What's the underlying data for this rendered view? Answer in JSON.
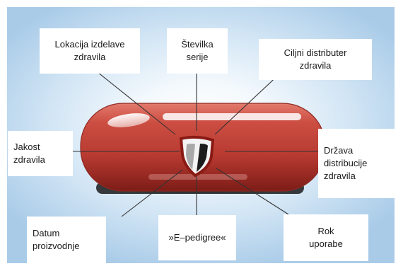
{
  "labels": {
    "lokacija": [
      "Lokacija izdelave",
      "zdravila"
    ],
    "stevilka": [
      "Številka",
      "serije"
    ],
    "ciljni": [
      "Ciljni distributer",
      "zdravila"
    ],
    "jakost": [
      "Jakost",
      "zdravila"
    ],
    "drzava": [
      "Država",
      "distribucije",
      "zdravila"
    ],
    "datum": [
      "Datum",
      "proizvodnje"
    ],
    "epedigree": [
      "»E–pedigree«"
    ],
    "rok": [
      "Rok",
      "uporabe"
    ]
  },
  "colors": {
    "background_center": "#ffffff",
    "background_edge": "#a9cbe8",
    "pill_red": "#b73a31",
    "pill_dark": "#7d1c17",
    "leader_line": "#333333",
    "label_box": "#ffffff"
  },
  "icons": {
    "tag": "shield-tag-icon",
    "capsule": "capsule-icon"
  }
}
